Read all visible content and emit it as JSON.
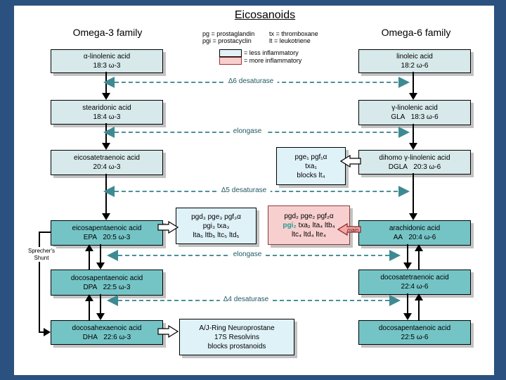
{
  "title": "Eicosanoids",
  "legend": {
    "abbrev_row1_left": "pg = prostaglandin",
    "abbrev_row1_right": "tx = thromboxane",
    "abbrev_row2_left": "pgi = prostacyclin",
    "abbrev_row2_right": "lt = leukotriene",
    "less_label": "= less inflammatory",
    "more_label": "= more inflammatory",
    "less_color": "#dff2f8",
    "more_color": "#f8cfcf"
  },
  "headers": {
    "left": "Omega-3 family",
    "right": "Omega-6 family"
  },
  "enzymes": {
    "d6": "Δ6 desaturase",
    "elongase1": "elongase",
    "d5": "Δ5 desaturase",
    "elongase2": "elongase",
    "d4": "Δ4 desaturase"
  },
  "omega3": [
    {
      "line1": "α-linolenic acid",
      "line2": "18:3 ω-3"
    },
    {
      "line1": "stearidonic acid",
      "line2": "18:4 ω-3"
    },
    {
      "line1": "eicosatetraenoic acid",
      "line2": "20:4 ω-3"
    },
    {
      "line1": "eicosapentaenoic acid",
      "line2": "EPA   20:5 ω-3"
    },
    {
      "line1": "docosapentaenoic acid",
      "line2": "DPA   22:5 ω-3"
    },
    {
      "line1": "docosahexaenoic acid",
      "line2": "DHA   22:6 ω-3"
    }
  ],
  "omega6": [
    {
      "line1": "linoleic acid",
      "line2": "18:2 ω-6"
    },
    {
      "line1": "γ-linolenic acid",
      "line2": "GLA   18:3 ω-6"
    },
    {
      "line1": "dihomo γ-linolenic acid",
      "line2": "DGLA   20:3 ω-6"
    },
    {
      "line1": "arachidonic acid",
      "line2": "AA   20:4 ω-6"
    },
    {
      "line1": "docosatetraenoic acid",
      "line2": "22:4 ω-6"
    },
    {
      "line1": "docosapentaenoic acid",
      "line2": "22:5 ω-6"
    }
  ],
  "products": {
    "dgla": {
      "line1": "pge₁ pgf₁α",
      "line2": "txa₁",
      "line3": "blocks lt₄"
    },
    "epa": {
      "line1": "pgd₃ pge₃ pgf₃α",
      "line2": "pgi₃ txa₃",
      "line3": "lta₅ ltb₅ ltc₅ ltd₅"
    },
    "aa": {
      "line1": "pgd₂ pge₂ pgf₂α",
      "line2_highlight": "pgi₂",
      "line2_rest": " txa₂ lta₄ ltb₄",
      "line3": "ltc₄ ltd₄ lte₄"
    },
    "dha": {
      "line1": "A/J-Ring Neuroprostane",
      "line2": "17S Resolvins",
      "line3": "blocks prostanoids"
    }
  },
  "annotations": {
    "sprechers_line1": "Sprecher's",
    "sprechers_line2": "Shunt",
    "main_label": "main"
  },
  "colors": {
    "frame": "#2b5180",
    "light_box": "#d7e9ea",
    "teal_box": "#74c4c6",
    "product_box": "#dff2f8",
    "pink_box": "#f8cfcf",
    "dashed_arrow": "#4a9098",
    "enzyme_text": "#215a63",
    "pgi2_highlight": "#1f9e8e"
  }
}
